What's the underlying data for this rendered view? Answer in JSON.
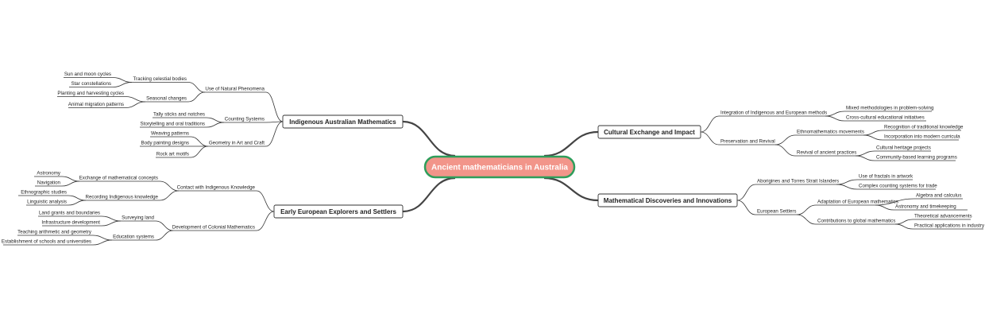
{
  "root": {
    "label": "Ancient mathematicians in Australia",
    "fill": "#F2958A",
    "border": "#2E9E5B"
  },
  "branches": [
    {
      "label": "Indigenous Australian Mathematics",
      "children": [
        {
          "label": "Use of Natural Phenomena",
          "children": [
            {
              "label": "Tracking celestial bodies",
              "children": [
                {
                  "label": "Sun and moon cycles"
                },
                {
                  "label": "Star constellations"
                }
              ]
            },
            {
              "label": "Seasonal changes",
              "children": [
                {
                  "label": "Planting and harvesting cycles"
                },
                {
                  "label": "Animal migration patterns"
                }
              ]
            }
          ]
        },
        {
          "label": "Counting Systems",
          "children": [
            {
              "label": "Tally sticks and notches"
            },
            {
              "label": "Storytelling and oral traditions"
            }
          ]
        },
        {
          "label": "Geometry in Art and Craft",
          "children": [
            {
              "label": "Weaving patterns"
            },
            {
              "label": "Body painting designs"
            },
            {
              "label": "Rock art motifs"
            }
          ]
        }
      ]
    },
    {
      "label": "Early European Explorers and Settlers",
      "children": [
        {
          "label": "Contact with Indigenous Knowledge",
          "children": [
            {
              "label": "Exchange of mathematical concepts",
              "children": [
                {
                  "label": "Astronomy"
                },
                {
                  "label": "Navigation"
                }
              ]
            },
            {
              "label": "Recording Indigenous knowledge",
              "children": [
                {
                  "label": "Ethnographic studies"
                },
                {
                  "label": "Linguistic analysis"
                }
              ]
            }
          ]
        },
        {
          "label": "Development of Colonial Mathematics",
          "children": [
            {
              "label": "Surveying land",
              "children": [
                {
                  "label": "Land grants and boundaries"
                },
                {
                  "label": "Infrastructure development"
                }
              ]
            },
            {
              "label": "Education systems",
              "children": [
                {
                  "label": "Teaching arithmetic and geometry"
                },
                {
                  "label": "Establishment of schools and universities"
                }
              ]
            }
          ]
        }
      ]
    },
    {
      "label": "Cultural Exchange and Impact",
      "children": [
        {
          "label": "Integration of Indigenous and European methods",
          "children": [
            {
              "label": "Mixed methodologies in problem-solving"
            },
            {
              "label": "Cross-cultural educational initiatives"
            }
          ]
        },
        {
          "label": "Preservation and Revival",
          "children": [
            {
              "label": "Ethnomathematics movements",
              "children": [
                {
                  "label": "Recognition of traditional knowledge"
                },
                {
                  "label": "Incorporation into modern curricula"
                }
              ]
            },
            {
              "label": "Revival of ancient practices",
              "children": [
                {
                  "label": "Cultural heritage projects"
                },
                {
                  "label": "Community-based learning programs"
                }
              ]
            }
          ]
        }
      ]
    },
    {
      "label": "Mathematical Discoveries and Innovations",
      "children": [
        {
          "label": "Aborigines and Torres Strait Islanders",
          "children": [
            {
              "label": "Use of fractals in artwork"
            },
            {
              "label": "Complex counting systems for trade"
            }
          ]
        },
        {
          "label": "European Settlers",
          "children": [
            {
              "label": "Adaptation of European mathematics",
              "children": [
                {
                  "label": "Algebra and calculus"
                },
                {
                  "label": "Astronomy and timekeeping"
                }
              ]
            },
            {
              "label": "Contributions to global mathematics",
              "children": [
                {
                  "label": "Theoretical advancements"
                },
                {
                  "label": "Practical applications in industry"
                }
              ]
            }
          ]
        }
      ]
    }
  ]
}
